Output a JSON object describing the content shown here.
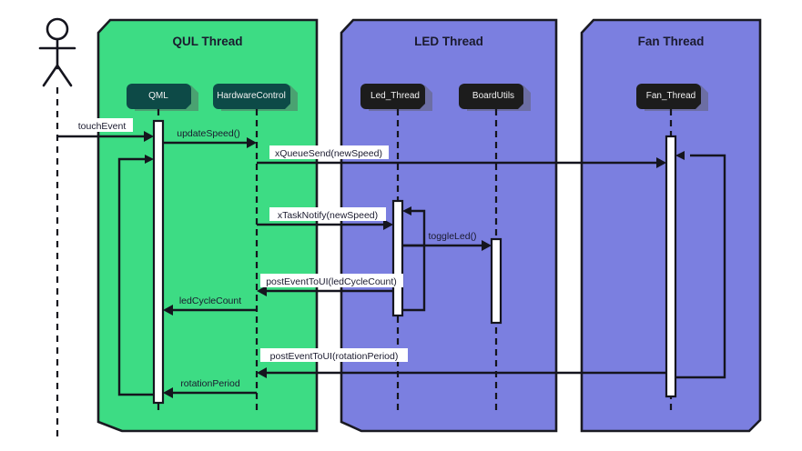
{
  "diagram": {
    "type": "uml-sequence-diagram",
    "title": "",
    "colors": {
      "qul_thread_group": "#3ddc84",
      "led_thread_group": "#7b7fe0",
      "fan_thread_group": "#7b7fe0",
      "qul_participant_box": "#0d4a47",
      "thread_participant_box": "#1c1c1c",
      "line": "#15151e",
      "activation_bar": "#ffffff",
      "label_background": "#ffffff",
      "group_title_text": "#1a1a2e",
      "participant_text": "#f2f2f2",
      "message_text": "#1a1a2e",
      "page_background": "#ffffff"
    },
    "actor": {
      "name": "user-actor",
      "label": ""
    },
    "groups": [
      {
        "id": "qul",
        "label": "QUL Thread",
        "fill": "#3ddc84"
      },
      {
        "id": "led",
        "label": "LED Thread",
        "fill": "#7b7fe0"
      },
      {
        "id": "fan",
        "label": "Fan Thread",
        "fill": "#7b7fe0"
      }
    ],
    "participants": [
      {
        "id": "qml",
        "label": "QML",
        "group": "qul",
        "fill": "#0d4a47"
      },
      {
        "id": "hardwarecontrol",
        "label": "HardwareControl",
        "group": "qul",
        "fill": "#0d4a47"
      },
      {
        "id": "led_thread",
        "label": "Led_Thread",
        "group": "led",
        "fill": "#1c1c1c"
      },
      {
        "id": "boardutils",
        "label": "BoardUtils",
        "group": "led",
        "fill": "#1c1c1c"
      },
      {
        "id": "fan_thread",
        "label": "Fan_Thread",
        "group": "fan",
        "fill": "#1c1c1c"
      }
    ],
    "messages": [
      {
        "id": "m1",
        "label": "touchEvent",
        "from": "actor",
        "to": "qml",
        "kind": "call",
        "boxed": false
      },
      {
        "id": "m2",
        "label": "updateSpeed()",
        "from": "qml",
        "to": "hardwarecontrol",
        "kind": "call",
        "boxed": false
      },
      {
        "id": "m3",
        "label": "xQueueSend(newSpeed)",
        "from": "hardwarecontrol",
        "to": "fan_thread",
        "kind": "call",
        "boxed": true
      },
      {
        "id": "m4",
        "label": "xTaskNotify(newSpeed)",
        "from": "hardwarecontrol",
        "to": "led_thread",
        "kind": "call",
        "boxed": true
      },
      {
        "id": "m5",
        "label": "toggleLed()",
        "from": "led_thread",
        "to": "boardutils",
        "kind": "call",
        "boxed": false
      },
      {
        "id": "m6",
        "label": "postEventToUI(ledCycleCount)",
        "from": "led_thread",
        "to": "hardwarecontrol",
        "kind": "return",
        "boxed": true
      },
      {
        "id": "m7",
        "label": "ledCycleCount",
        "from": "hardwarecontrol",
        "to": "qml",
        "kind": "return",
        "boxed": false
      },
      {
        "id": "m8",
        "label": "postEventToUI(rotationPeriod)",
        "from": "fan_thread",
        "to": "hardwarecontrol",
        "kind": "return",
        "boxed": true
      },
      {
        "id": "m9",
        "label": "rotationPeriod",
        "from": "hardwarecontrol",
        "to": "qml",
        "kind": "return",
        "boxed": false
      }
    ],
    "self_loops": [
      {
        "id": "s1",
        "on": "qml",
        "label": ""
      },
      {
        "id": "s2",
        "on": "led_thread",
        "label": ""
      },
      {
        "id": "s3",
        "on": "fan_thread",
        "label": ""
      }
    ]
  }
}
